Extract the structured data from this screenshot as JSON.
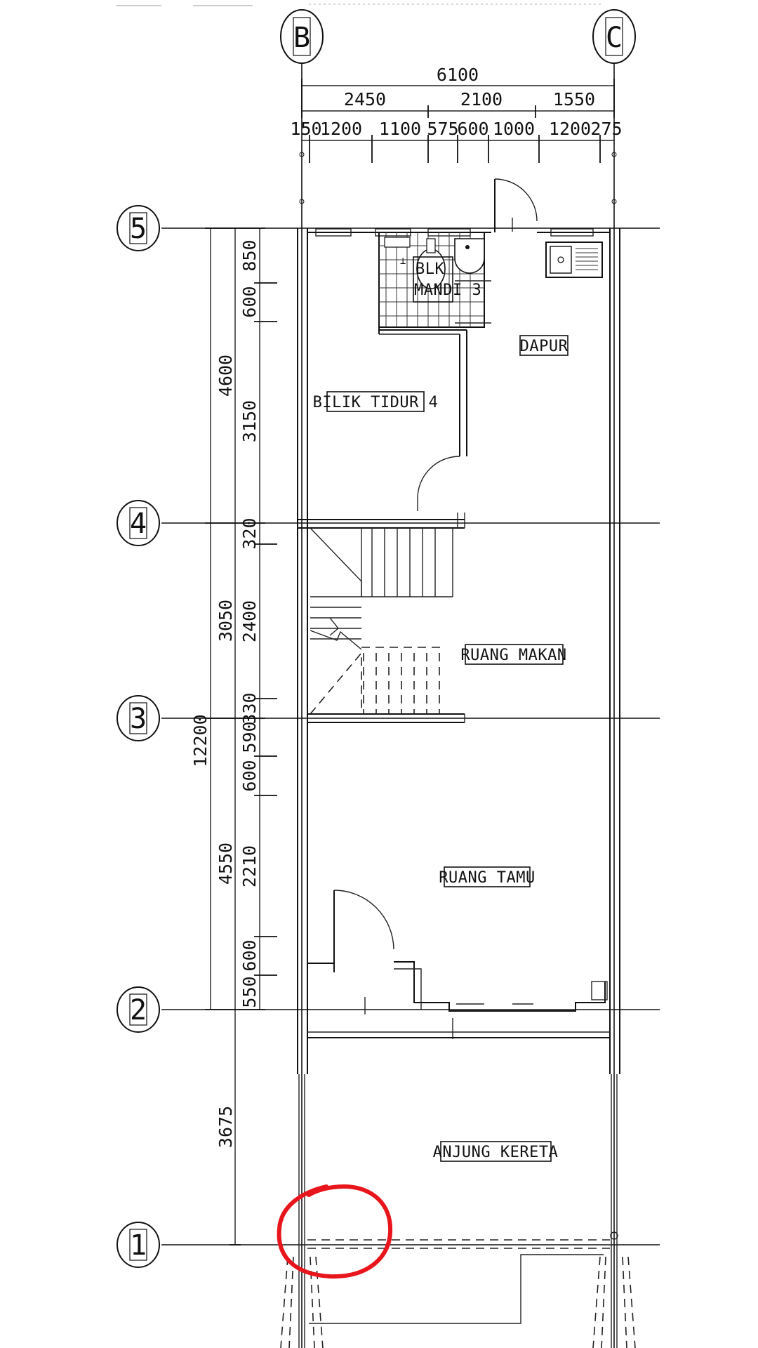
{
  "grid_labels": {
    "col_b": "B",
    "col_c": "C",
    "row_5": "5",
    "row_4": "4",
    "row_3": "3",
    "row_2": "2",
    "row_1": "1"
  },
  "top_dimensions": {
    "overall": "6100",
    "tier1": [
      "2450",
      "2100",
      "1550"
    ],
    "tier2": [
      "150",
      "1200",
      "1100",
      "575",
      "600",
      "1000",
      "1200",
      "275"
    ]
  },
  "left_dimensions": {
    "overall": "12200",
    "tier1": [
      "4600",
      "3050",
      "4550",
      "3675"
    ],
    "tier2": [
      "850",
      "600",
      "3150",
      "320",
      "2400",
      "330",
      "590",
      "600",
      "2210",
      "600",
      "550"
    ]
  },
  "rooms": {
    "bathroom_line1": "BLK",
    "bathroom_line2": "MANDI 3",
    "kitchen": "DAPUR",
    "bedroom": "BILIK TIDUR 4",
    "dining": "RUANG MAKAN",
    "living": "RUANG TAMU",
    "carporch": "ANJUNG KERETA"
  },
  "colors": {
    "ink": "#111111",
    "marker": "#e8161c",
    "background": "#ffffff"
  }
}
